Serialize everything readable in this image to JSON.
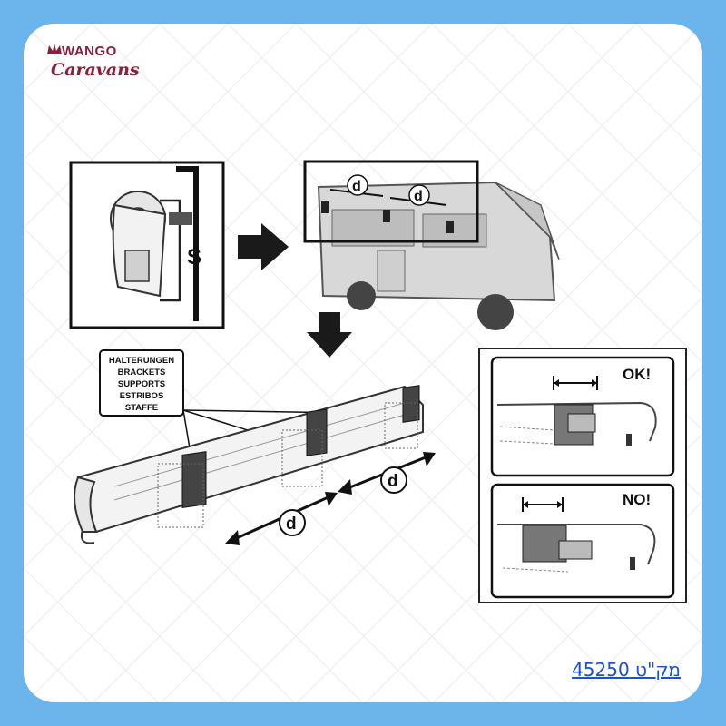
{
  "brand": {
    "name_top": "WANGO",
    "name_bottom": "Caravans",
    "primary_color": "#8a1f3c",
    "watermark_text": "WANGO Caravans"
  },
  "diagram": {
    "callout_s": "S",
    "bracket_labels": [
      "HALTERUNGEN",
      "BRACKETS",
      "SUPPORTS",
      "ESTRIBOS",
      "STAFFE"
    ],
    "spacing_label": "d",
    "ok_label": "OK!",
    "no_label": "NO!"
  },
  "product": {
    "sku_text": "מק\"ט 45250",
    "link_color": "#1a4fd6"
  },
  "colors": {
    "background": "#6cb4ec",
    "card": "#ffffff"
  }
}
